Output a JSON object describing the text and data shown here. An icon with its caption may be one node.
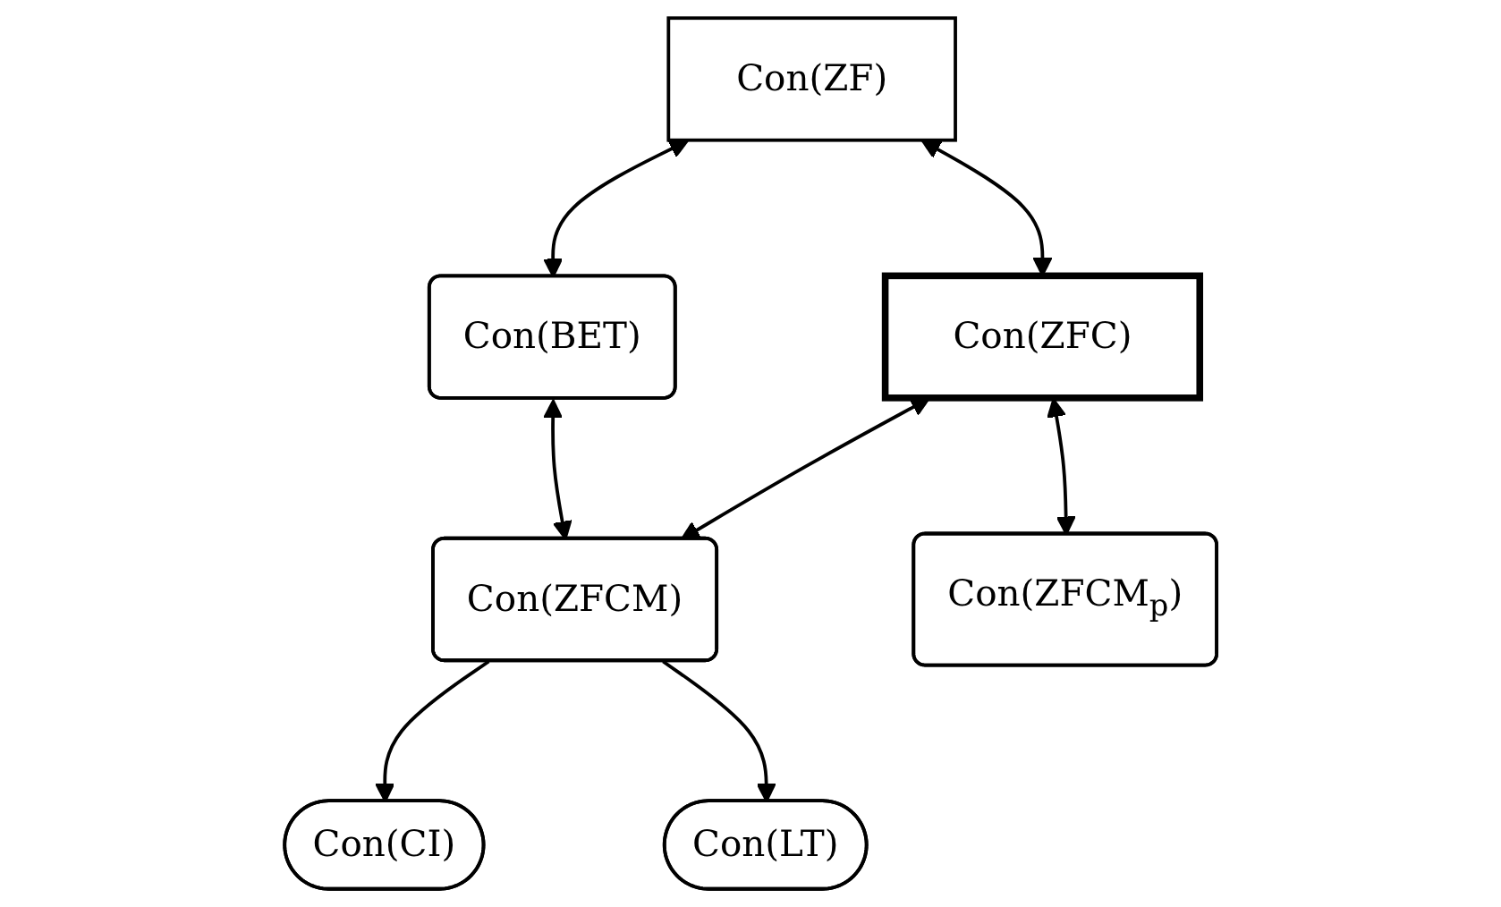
{
  "diagram": {
    "nodes": [
      {
        "text": [
          "Con(ZF)"
        ]
      },
      {
        "text": [
          "Con(BET)"
        ]
      },
      {
        "text": [
          "Con(ZFC)"
        ]
      },
      {
        "text": [
          "Con(ZFCM)"
        ]
      },
      {
        "text": [
          "Con(CI)"
        ]
      },
      {
        "text": [
          "Con(ZFCM$_{p}$)"
        ]
      },
      {
        "text": [
          "Con(LT)"
        ]
      }
    ],
    "edges": [
      {
        "from": 0,
        "to": 1,
        "arrow": "both"
      },
      {
        "from": 0,
        "to": 2,
        "arrow": "both"
      },
      {
        "from": 1,
        "to": 3,
        "arrow": "both"
      },
      {
        "from": 2,
        "to": 3,
        "arrow": "both"
      },
      {
        "from": 3,
        "to": 4,
        "arrow": "to"
      },
      {
        "from": 2,
        "to": 5,
        "arrow": "both"
      },
      {
        "from": 3,
        "to": 6,
        "arrow": "to"
      }
    ]
  }
}
